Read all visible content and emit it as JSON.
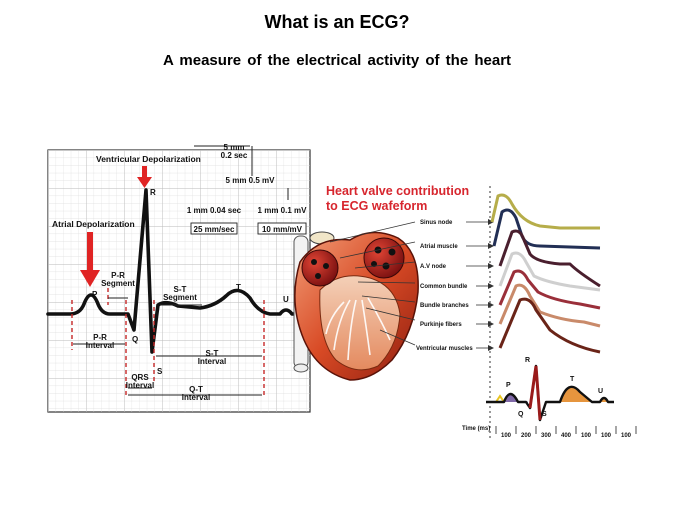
{
  "page": {
    "title": "What is an ECG?",
    "subtitle": "A measure  of the electrical  activity of the heart"
  },
  "ecg_chart": {
    "scale_top": "5 mm",
    "scale_top2": "0.2 sec",
    "scale_mv": "5 mm 0.5 mV",
    "scale_sec_small": "1 mm 0.04 sec",
    "scale_mv_small": "1 mm 0.1 mV",
    "speed": "25 mm/sec",
    "gain": "10 mm/mV",
    "ventricular_depolarization": "Ventricular Depolarization",
    "atrial_depolarization": "Atrial Depolarization",
    "waves": {
      "p": "P",
      "q": "Q",
      "r": "R",
      "s": "S",
      "t": "T",
      "u": "U"
    },
    "pr_segment": [
      "P-R",
      "Segment"
    ],
    "st_segment": [
      "S-T",
      "Segment"
    ],
    "pr_interval": [
      "P-R",
      "Interval"
    ],
    "st_interval": [
      "S-T",
      "Interval"
    ],
    "qrs_interval": [
      "QRS",
      "Interval"
    ],
    "qt_interval": [
      "Q-T",
      "Interval"
    ]
  },
  "heart": {
    "heading": [
      "Heart valve contribution",
      "to ECG wafeform"
    ],
    "heading_color": "#d7262e",
    "labels": [
      "Sinus node",
      "Atrial muscle",
      "A.V node",
      "Common bundle",
      "Bundle branches",
      "Purkinje fibers",
      "Ventricular muscles"
    ]
  },
  "waveform": {
    "r": "R",
    "p": "P",
    "q": "Q",
    "s": "S",
    "t": "T",
    "u": "U",
    "time_label": "Time (ms)",
    "ticks": [
      "100",
      "200",
      "300",
      "400",
      "100",
      "100",
      "100"
    ]
  },
  "colors": {
    "arrow_red": "#e02424",
    "interval_red": "#c62828",
    "grid": "#cfcfcf"
  }
}
